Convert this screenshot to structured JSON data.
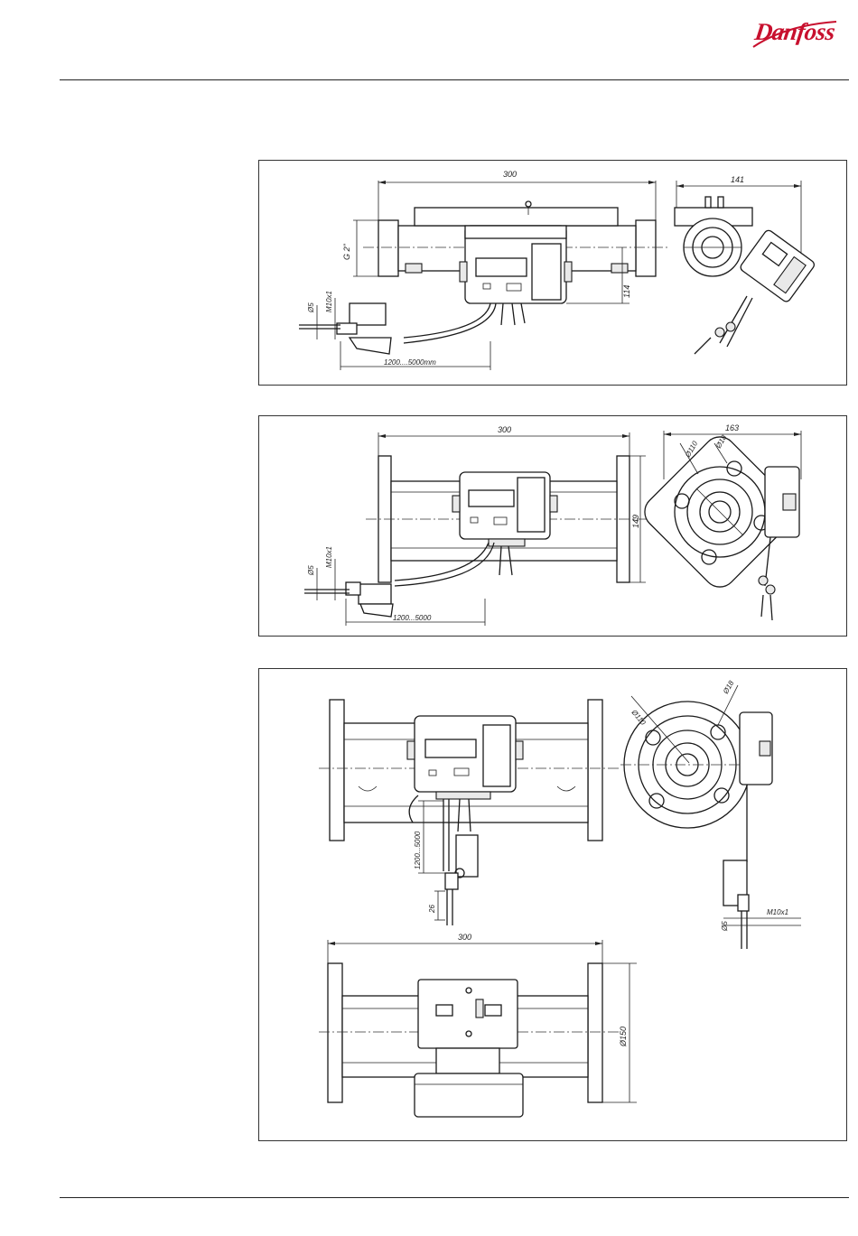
{
  "brand": {
    "logo_text": "Danfoss",
    "logo_color": "#c8102e"
  },
  "drawings": [
    {
      "id": "drawing-1",
      "length": "300",
      "depth": "141",
      "thread": "G 2\"",
      "height": "114",
      "diameter": "Ø5",
      "sensor_thread": "M10x1",
      "cable": "1200....5000mm"
    },
    {
      "id": "drawing-2",
      "length": "300",
      "depth": "163",
      "pitch_diameter": "Ø110",
      "bolt_hole": "Ø18",
      "height": "149",
      "diameter": "Ø5",
      "sensor_thread": "M10x1",
      "cable": "1200...5000"
    },
    {
      "id": "drawing-3",
      "pitch_diameter": "Ø110",
      "bolt_hole": "Ø18",
      "cable": "1200...5000",
      "sensor_len": "26",
      "sensor_thread": "M10x1",
      "diameter": "Ø5",
      "length": "300",
      "flange_diameter": "Ø150"
    }
  ]
}
